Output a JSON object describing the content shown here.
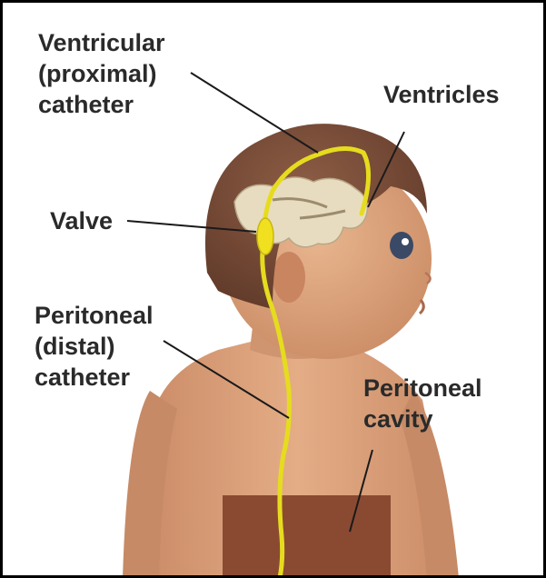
{
  "labels": {
    "ventricular_catheter": [
      "Ventricular",
      "(proximal)",
      "catheter"
    ],
    "ventricles": "Ventricles",
    "valve": "Valve",
    "peritoneal_catheter": [
      "Peritoneal",
      "(distal)",
      "catheter"
    ],
    "peritoneal_cavity": [
      "Peritoneal",
      "cavity"
    ]
  },
  "colors": {
    "frame": "#000000",
    "shunt_catheter": "#e6dc1e",
    "valve": "#f0e020",
    "skin": "#d9a07a",
    "hair": "#7a4e3a",
    "brain_ventricles": "#e8dcc0",
    "peritoneal_cavity": "#8a4a32",
    "leader_line": "#1a1a1a"
  }
}
